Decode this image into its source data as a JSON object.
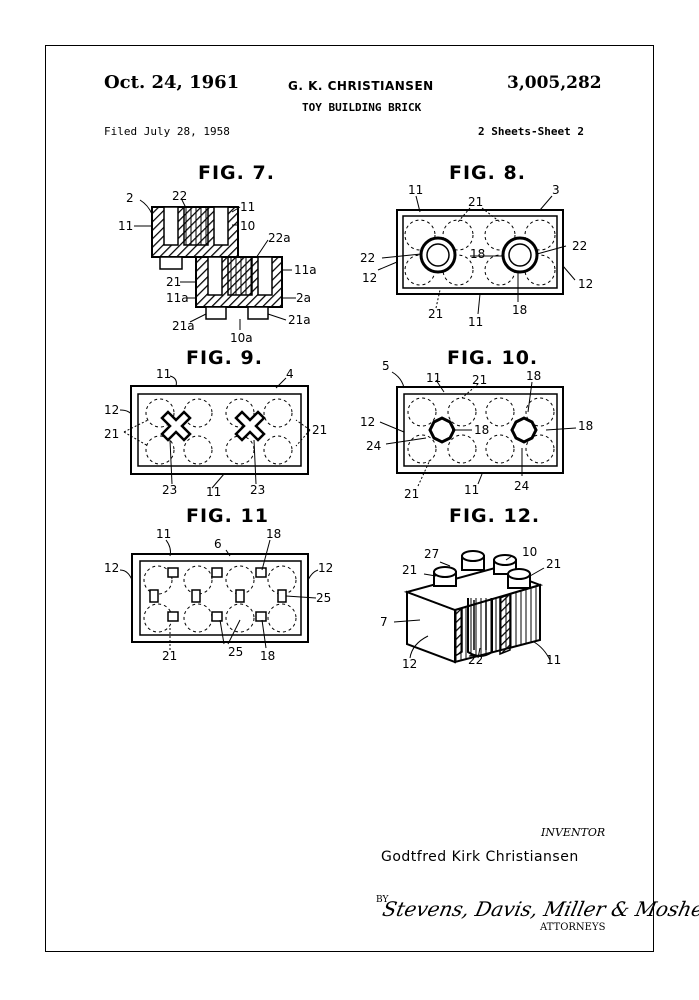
{
  "header": {
    "date": "Oct. 24, 1961",
    "inventor_header": "G. K. CHRISTIANSEN",
    "patent_number": "3,005,282",
    "title": "TOY BUILDING BRICK",
    "filed": "Filed July 28, 1958",
    "sheets": "2 Sheets-Sheet 2"
  },
  "figures": {
    "fig7": {
      "label": "FIG. 7.",
      "refs": [
        "2",
        "22",
        "11",
        "11",
        "10",
        "22a",
        "21",
        "11a",
        "11a",
        "2a",
        "21a",
        "10a",
        "21a"
      ]
    },
    "fig8": {
      "label": "FIG. 8.",
      "refs": [
        "11",
        "3",
        "21",
        "22",
        "18",
        "22",
        "12",
        "12",
        "21",
        "11",
        "18"
      ]
    },
    "fig9": {
      "label": "FIG. 9.",
      "refs": [
        "11",
        "4",
        "12",
        "21",
        "21",
        "23",
        "11",
        "23"
      ]
    },
    "fig10": {
      "label": "FIG. 10.",
      "refs": [
        "5",
        "11",
        "21",
        "18",
        "12",
        "18",
        "18",
        "24",
        "21",
        "11",
        "24"
      ]
    },
    "fig11": {
      "label": "FIG. 11",
      "refs": [
        "11",
        "6",
        "18",
        "12",
        "12",
        "25",
        "21",
        "25",
        "18"
      ]
    },
    "fig12": {
      "label": "FIG. 12.",
      "refs": [
        "27",
        "10",
        "21",
        "21",
        "7",
        "12",
        "22",
        "11"
      ]
    }
  },
  "footer": {
    "inventor_label": "INVENTOR",
    "inventor_name": "Godtfred Kirk Christiansen",
    "by_label": "BY",
    "attorneys_signature": "Stevens, Davis, Miller & Mosher",
    "attorneys_label": "ATTORNEYS"
  }
}
